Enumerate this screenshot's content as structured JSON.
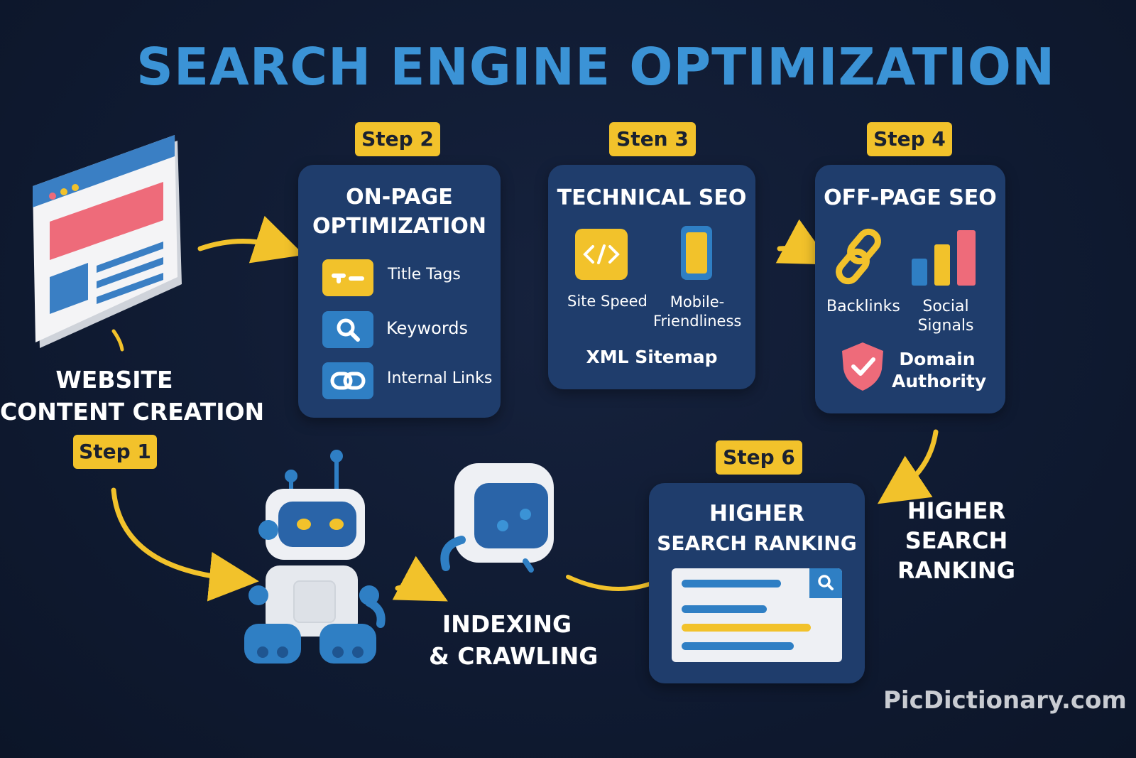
{
  "title": "SEARCH ENGINE OPTIMIZATION",
  "step1": {
    "badge": "Step 1",
    "label_line1": "WEBSITE",
    "label_line2": "CONTENT CREATION"
  },
  "step2": {
    "badge": "Step 2",
    "title_line1": "ON-PAGE",
    "title_line2": "OPTIMIZATION",
    "items": [
      {
        "label": "Title Tags",
        "icon": "title-tag-icon"
      },
      {
        "label": "Keywords",
        "icon": "magnifier-icon"
      },
      {
        "label": "Internal Links",
        "icon": "link-icon"
      }
    ]
  },
  "step3": {
    "badge": "Sten 3",
    "title": "TECHNICAL SEO",
    "site_speed": "Site Speed",
    "mobile_line1": "Mobile-",
    "mobile_line2": "Friendliness",
    "sitemap": "XML Sitemap"
  },
  "step4": {
    "badge": "Step 4",
    "title": "OFF-PAGE SEO",
    "backlinks": "Backlinks",
    "social_line1": "Social",
    "social_line2": "Signals",
    "domain_line1": "Domain",
    "domain_line2": "Authority"
  },
  "indexing": {
    "line1": "INDEXING",
    "line2": "& CRAWLING"
  },
  "step6": {
    "badge": "Step 6",
    "title_line1": "HIGHER",
    "title_line2": "SEARCH RANKING"
  },
  "side_label": {
    "line1": "HIGHER",
    "line2": "SEARCH",
    "line3": "RANKING"
  },
  "watermark": "PicDictionary.com",
  "colors": {
    "background": "#0f1a31",
    "card": "#1f3d6c",
    "accent_yellow": "#f2c22b",
    "title_blue": "#3b93d6",
    "pink": "#ee6b7a",
    "icon_blue": "#2f7fc4"
  }
}
